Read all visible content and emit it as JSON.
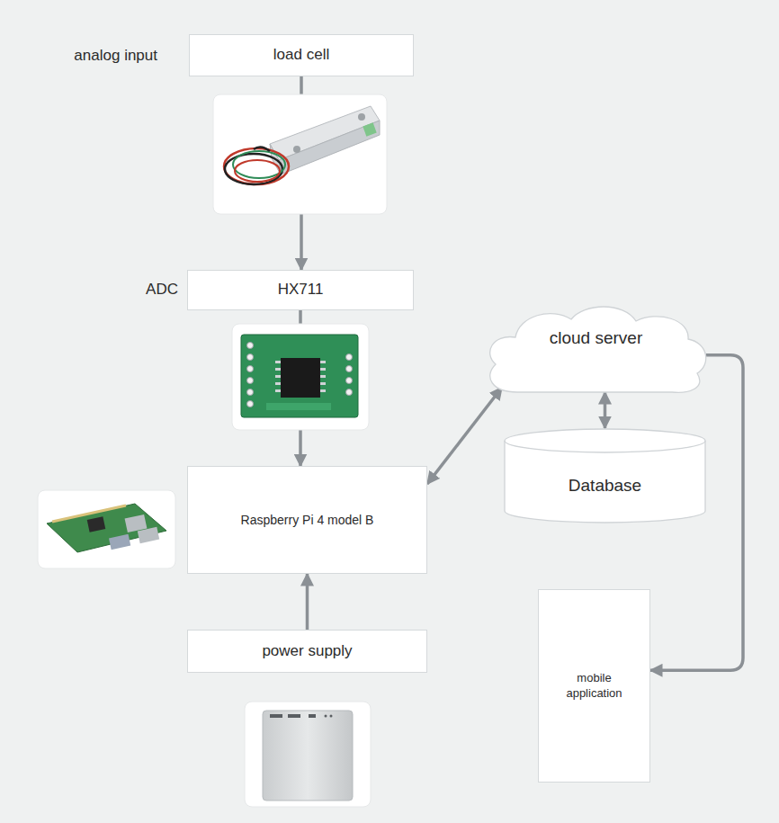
{
  "diagram": {
    "nodes": [
      {
        "text": [
          "load cell"
        ]
      },
      {
        "text": [
          "HX711"
        ]
      },
      {
        "text": [
          "Raspberry Pi 4 model B"
        ]
      },
      {
        "text": [
          "power supply"
        ]
      },
      {
        "text": [
          "cloud server"
        ]
      },
      {
        "text": [
          "Database"
        ]
      },
      {
        "text": [
          "mobile application"
        ]
      }
    ],
    "edges": [
      {
        "from": 0,
        "to": 1,
        "arrow": "to"
      },
      {
        "from": 1,
        "to": 2,
        "arrow": "to"
      },
      {
        "from": 3,
        "to": 2,
        "arrow": "to"
      },
      {
        "from": 2,
        "to": 4,
        "arrow": "both"
      },
      {
        "from": 4,
        "to": 5,
        "arrow": "both"
      },
      {
        "from": 4,
        "to": 6,
        "arrow": "to"
      }
    ],
    "labels": [
      "analog input",
      "ADC"
    ]
  }
}
